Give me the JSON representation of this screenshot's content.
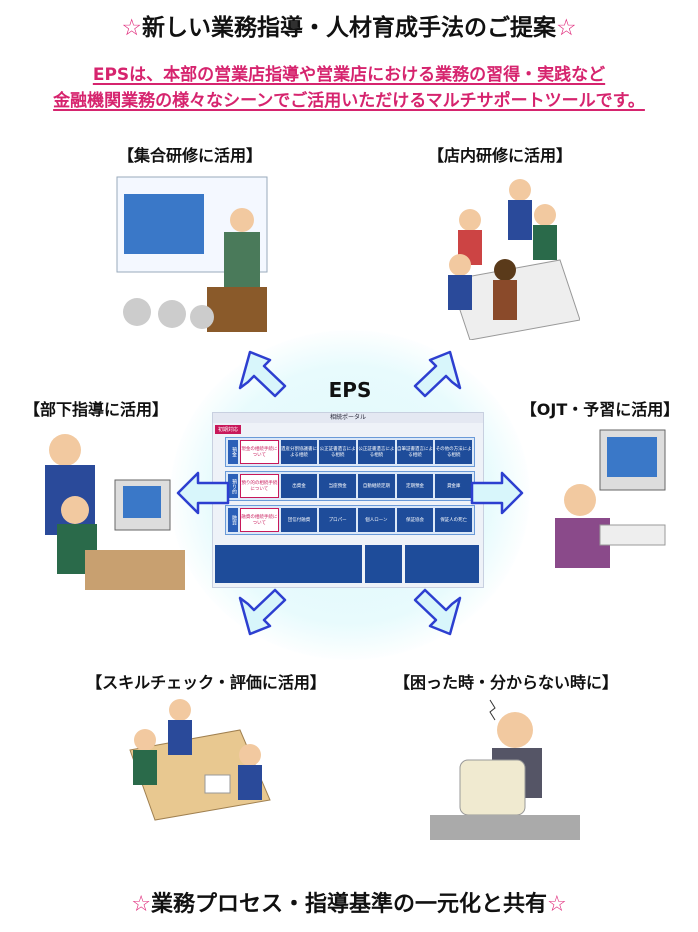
{
  "header": {
    "star": "☆",
    "title": "新しい業務指導・人材育成手法のご提案"
  },
  "subtitle": {
    "line1": "EPSは、本部の営業店指導や営業店における業務の習得・実践など",
    "line2": "金融機関業務の様々なシーンでご活用いただけるマルチサポートツールです。"
  },
  "center": {
    "label": "EPS",
    "screen_title": "相続ポータル",
    "initial_tag": "初期対応",
    "rows": [
      {
        "head": "預金",
        "cells": [
          "現金の相続手続について",
          "遺産分割協議書による相続",
          "公正証書遺言による相続",
          "公正証書遺言による相続",
          "自筆証書遺言による相続",
          "その他の方法による相続"
        ]
      },
      {
        "head": "預り的",
        "cells": [
          "預り的の相続手続について",
          "出資金",
          "当座預金",
          "自動継続定期",
          "定期預金",
          "貸金庫"
        ]
      },
      {
        "head": "融資",
        "cells": [
          "融資の相続手続について",
          "団信付融資",
          "プロパー",
          "個人ローン",
          "保証協会",
          "保証人の死亡"
        ]
      }
    ]
  },
  "uses": {
    "group_training": "【集合研修に活用】",
    "branch_training": "【店内研修に活用】",
    "subordinate_guidance": "【部下指導に活用】",
    "ojt": "【OJT・予習に活用】",
    "skill_check": "【スキルチェック・評価に活用】",
    "trouble": "【困った時・分からない時に】"
  },
  "footer": {
    "star": "☆",
    "text": "業務プロセス・指導基準の一元化と共有"
  },
  "colors": {
    "pink": "#d6246e",
    "arrow_stroke": "#2d3fd0",
    "arrow_fill": "#d8f6fb",
    "screen_blue": "#1e4c9a"
  }
}
